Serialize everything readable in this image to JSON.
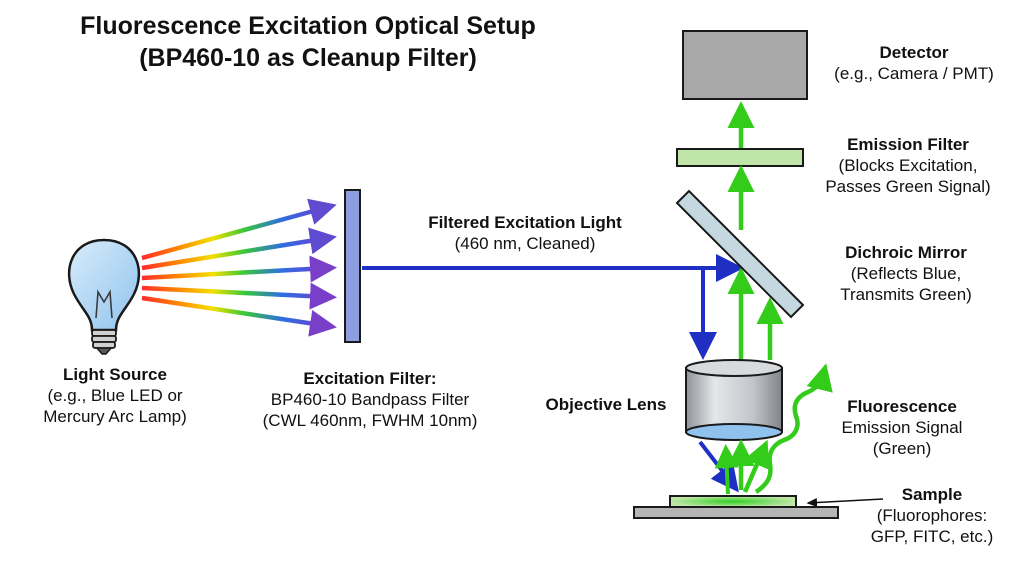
{
  "title": {
    "line1": "Fluorescence Excitation Optical Setup",
    "line2": "(BP460-10 as Cleanup Filter)"
  },
  "labels": {
    "light_source": {
      "heading": "Light Source",
      "lines": [
        "(e.g., Blue LED or",
        "Mercury Arc Lamp)"
      ]
    },
    "excitation_filter": {
      "heading": "Excitation Filter:",
      "lines": [
        "BP460-10 Bandpass Filter",
        "(CWL 460nm, FWHM 10nm)"
      ]
    },
    "filtered_light": {
      "heading": "Filtered Excitation Light",
      "lines": [
        "(460 nm, Cleaned)"
      ]
    },
    "detector": {
      "heading": "Detector",
      "lines": [
        "(e.g., Camera / PMT)"
      ]
    },
    "emission_filter": {
      "heading": "Emission Filter",
      "lines": [
        "(Blocks Excitation,",
        "Passes Green Signal)"
      ]
    },
    "dichroic": {
      "heading": "Dichroic Mirror",
      "lines": [
        "(Reflects Blue,",
        "Transmits Green)"
      ]
    },
    "objective": {
      "heading": "Objective Lens",
      "lines": []
    },
    "fluorescence": {
      "heading": "Fluorescence",
      "lines": [
        "Emission Signal",
        "(Green)"
      ]
    },
    "sample": {
      "heading": "Sample",
      "lines": [
        "(Fluorophores:",
        "GFP, FITC, etc.)"
      ]
    }
  },
  "colors": {
    "excitation_blue": "#1f2fc4",
    "emission_green": "#33cc1a",
    "filter_blue": "#8c9ee0",
    "filter_green": "#bfe6a8",
    "mirror": "#c5d8e0",
    "detector_gray": "#a8a8a8",
    "lens_gray": "#b8bcc0"
  },
  "icons": [
    "light-bulb-icon"
  ]
}
